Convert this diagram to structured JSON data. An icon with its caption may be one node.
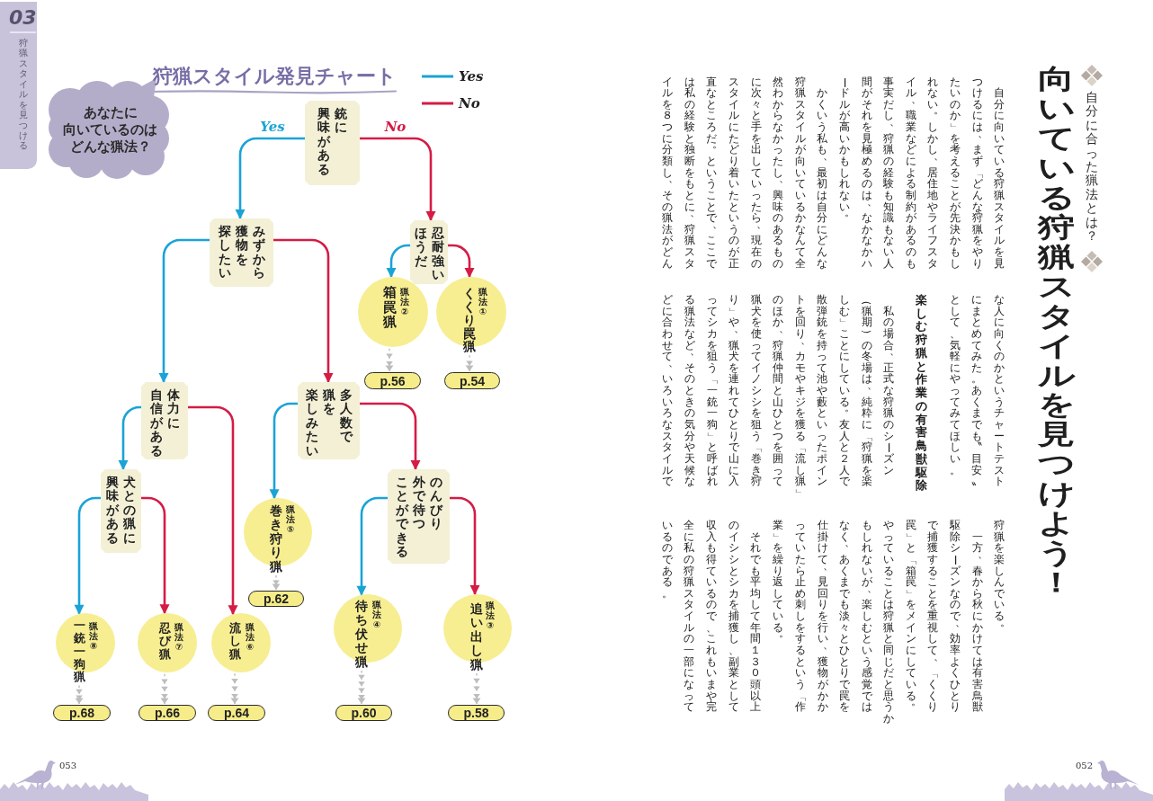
{
  "diagram": {
    "title": "向いている狩猟スタイルを見つけよう！",
    "nodes": [
      {
        "text": [
          "あなたに向いているのはどんな猟法？"
        ]
      },
      {
        "text": [
          "銃に興味がある"
        ]
      },
      {
        "text": [
          "みずから獲物を探したい"
        ]
      },
      {
        "text": [
          "忍耐強いほうだ"
        ]
      },
      {
        "text": [
          "箱罠猟",
          "猟法②"
        ]
      },
      {
        "text": [
          "くくり罠猟",
          "猟法①"
        ]
      },
      {
        "text": [
          "p.56"
        ]
      },
      {
        "text": [
          "p.54"
        ]
      },
      {
        "text": [
          "体力に自信がある"
        ]
      },
      {
        "text": [
          "多人数で猟を楽しみたい"
        ]
      },
      {
        "text": [
          "犬との猟に興味がある"
        ]
      },
      {
        "text": [
          "巻き狩り猟",
          "猟法⑤"
        ]
      },
      {
        "text": [
          "p.62"
        ]
      },
      {
        "text": [
          "のんびり外で待つことができる"
        ]
      },
      {
        "text": [
          "一銃一狗猟",
          "猟法⑧"
        ]
      },
      {
        "text": [
          "忍び猟",
          "猟法⑦"
        ]
      },
      {
        "text": [
          "流し猟",
          "猟法⑥"
        ]
      },
      {
        "text": [
          "待ち伏せ猟",
          "猟法④"
        ]
      },
      {
        "text": [
          "追い出し猟",
          "猟法③"
        ]
      },
      {
        "text": [
          "p.68"
        ]
      },
      {
        "text": [
          "p.66"
        ]
      },
      {
        "text": [
          "p.64"
        ]
      },
      {
        "text": [
          "p.60"
        ]
      },
      {
        "text": [
          "p.58"
        ]
      }
    ],
    "edges": [
      {
        "from": 1,
        "to": 2,
        "arrow": "to",
        "label": "Yes",
        "color": "#1ba3d6"
      },
      {
        "from": 1,
        "to": 3,
        "arrow": "to",
        "label": "No",
        "color": "#d41c45"
      },
      {
        "from": 2,
        "to": 8,
        "arrow": "to",
        "color": "#1ba3d6"
      },
      {
        "from": 2,
        "to": 9,
        "arrow": "to",
        "color": "#d41c45"
      },
      {
        "from": 3,
        "to": 4,
        "arrow": "to",
        "color": "#1ba3d6"
      },
      {
        "from": 3,
        "to": 5,
        "arrow": "to",
        "color": "#d41c45"
      },
      {
        "from": 4,
        "to": 6,
        "arrow": "to",
        "style": "dashed",
        "color": "#bdbdbd"
      },
      {
        "from": 5,
        "to": 7,
        "arrow": "to",
        "style": "dashed",
        "color": "#bdbdbd"
      },
      {
        "from": 8,
        "to": 10,
        "arrow": "to",
        "color": "#1ba3d6"
      },
      {
        "from": 8,
        "to": 16,
        "arrow": "to",
        "color": "#d41c45"
      },
      {
        "from": 9,
        "to": 11,
        "arrow": "to",
        "color": "#1ba3d6"
      },
      {
        "from": 9,
        "to": 13,
        "arrow": "to",
        "color": "#d41c45"
      },
      {
        "from": 10,
        "to": 14,
        "arrow": "to",
        "color": "#1ba3d6"
      },
      {
        "from": 10,
        "to": 15,
        "arrow": "to",
        "color": "#d41c45"
      },
      {
        "from": 13,
        "to": 17,
        "arrow": "to",
        "color": "#1ba3d6"
      },
      {
        "from": 13,
        "to": 18,
        "arrow": "to",
        "color": "#d41c45"
      },
      {
        "from": 11,
        "to": 12,
        "arrow": "to",
        "style": "dashed",
        "color": "#bdbdbd"
      },
      {
        "from": 14,
        "to": 19,
        "arrow": "to",
        "style": "dashed",
        "color": "#bdbdbd"
      },
      {
        "from": 15,
        "to": 20,
        "arrow": "to",
        "style": "dashed",
        "color": "#bdbdbd"
      },
      {
        "from": 16,
        "to": 21,
        "arrow": "to",
        "style": "dashed",
        "color": "#bdbdbd"
      },
      {
        "from": 17,
        "to": 22,
        "arrow": "to",
        "style": "dashed",
        "color": "#bdbdbd"
      },
      {
        "from": 18,
        "to": 23,
        "arrow": "to",
        "style": "dashed",
        "color": "#bdbdbd"
      }
    ],
    "labels": [
      "自分に合った猟法とは？",
      "自分に向いている狩猟スタイルを見つけるには、まず「どんな狩猟をやりたいのか」を考えることが先決かもしれない。しかし、居住地やライフスタイル、職業などによる制約があるのも事実だし、狩猟の経験も知識もない人間がそれを見極めるのは、なかなかハードルが高いかもしれない。",
      "かくいう私も、最初は自分にどんな狩猟スタイルが向いているかなんて全然わからなかったし、興味のあるものに次々と手を出していったら、現在のスタイルにたどり着いたというのが正直なところだ。ということで、ここでは私の経験と独断をもとに、狩猟スタイルを８つに分類し、その猟法がどん",
      "な人に向くのかというチャートテストにまとめてみた。あくまでも〝目安〟として、気軽にやってみてほしい。",
      "楽しむ狩猟と作業の有害鳥獣駆除",
      "私の場合、正式な狩猟のシーズン（猟期）の冬場は、純粋に「狩猟を楽しむ」ことにしている。友人と２人で散弾銃を持って池や藪といったポイントを回り、カモやキジを獲る「流し猟」のほか、狩猟仲間と山ひとつを囲って猟犬を使ってイノシシを狙う「巻き狩り」や、猟犬を連れてひとりで山に入ってシカを狙う「一銃一狗」と呼ばれる猟法など、そのときの気分や天候などに合わせて、いろいろなスタイルで",
      "狩猟を楽しんでいる。",
      "一方、春から秋にかけては有害鳥獣駆除シーズンなので、効率よくひとりで捕獲することを重視して、「くくり罠」と「箱罠」をメインにしている。やっていることは狩猟と同じだと思うかもしれないが、楽しむという感覚ではなく、あくまでも淡々とひとりで罠を仕掛けて、見回りを行い、獲物がかかっていたら止め刺しをするという「作業」を繰り返している。",
      "それでも平均して年間１３０頭以上のイシシとシカを捕獲し、副業として収入も得ているので、これもいまや完全に私の狩猟スタイルの一部になっているのである。",
      "052",
      "03",
      "狩猟スタイルを見つける",
      "狩猟スタイル発見チャート",
      "053"
    ],
    "legend": [
      {
        "text": "Yes"
      },
      {
        "text": "No"
      }
    ]
  }
}
